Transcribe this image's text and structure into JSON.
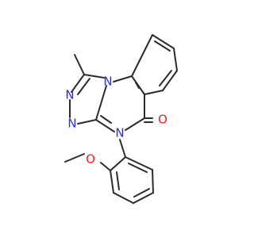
{
  "molecule": {
    "atoms": {
      "n_top": {
        "label": "N",
        "color": "#2a2af0"
      },
      "n_left_upper": {
        "label": "N",
        "color": "#2a2af0"
      },
      "n_left_lower": {
        "label": "N",
        "color": "#2a2af0"
      },
      "n_amide": {
        "label": "N",
        "color": "#2a2af0"
      },
      "o_carbonyl": {
        "label": "O",
        "color": "#ff1a1a"
      },
      "o_methoxy": {
        "label": "O",
        "color": "#ff1a1a"
      }
    },
    "bond_color": "#2b2b2b",
    "background": "#ffffff"
  }
}
